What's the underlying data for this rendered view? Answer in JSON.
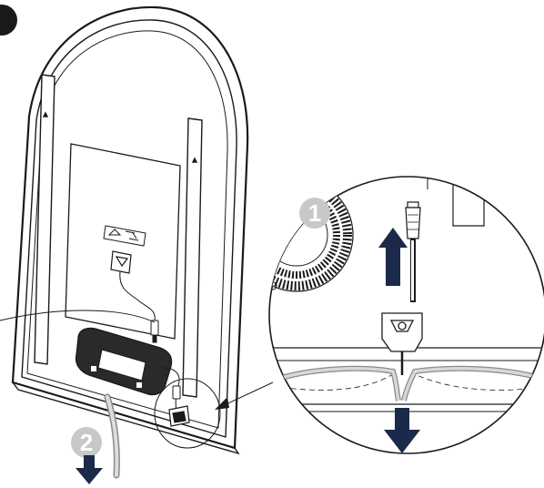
{
  "colors": {
    "ink": "#1a1a1a",
    "arrow": "#1b2a4a",
    "step_badge": "#c8c8c8",
    "step_text": "#ffffff",
    "cable": "#c9c9c9",
    "driver": "#2a2a2a"
  },
  "steps": [
    {
      "number": "1",
      "icon": "arrow-up-icon",
      "action": "disconnect-connector"
    },
    {
      "number": "2",
      "icon": "arrow-down-icon",
      "action": "pull-cable-down"
    }
  ],
  "icons": {
    "corner_badge": "step-badge-partial",
    "detail_arrow": "pointer-arrow-icon",
    "label_sticker": "warning-label-icon",
    "junction_box": "junction-box-icon"
  }
}
